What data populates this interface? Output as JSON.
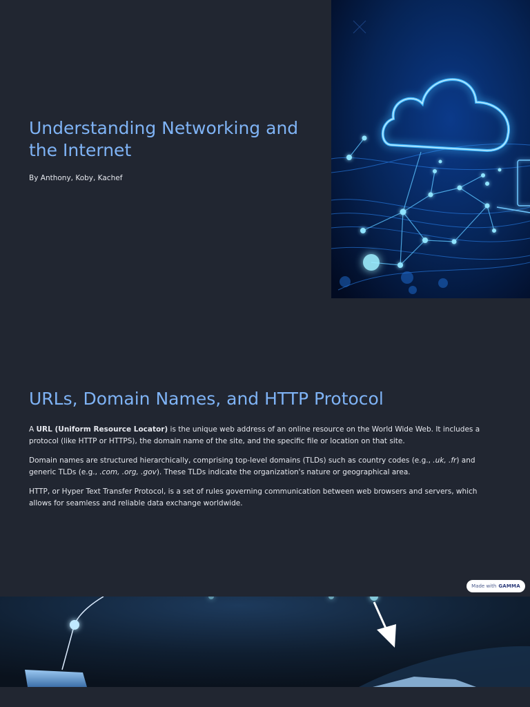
{
  "slide1": {
    "title": "Understanding Networking and the Internet",
    "authors": "By Anthony, Koby, Kachef"
  },
  "slide2": {
    "title": "URLs, Domain Names, and HTTP Protocol",
    "p1_pre": "A ",
    "p1_bold": "URL (Uniform Resource Locator)",
    "p1_post": " is the unique web address of an online resource on the World Wide Web. It includes a protocol (like HTTP or HTTPS), the domain name of the site, and the specific file or location on that site.",
    "p2_a": "Domain names are structured hierarchically, comprising top-level domains (TLDs) such as country codes (e.g., ",
    "p2_i1": ".uk, .fr",
    "p2_b": ") and generic TLDs (e.g., ",
    "p2_i2": ".com, .org, .gov",
    "p2_c": "). These TLDs indicate the organization's nature or geographical area.",
    "p3": "HTTP, or Hyper Text Transfer Protocol, is a set of rules governing communication between web browsers and servers, which allows for seamless and reliable data exchange worldwide."
  },
  "badge": {
    "prefix": "Made with",
    "brand": "GAMMA"
  },
  "icons": [
    "cloud-network-image",
    "network-arrow-image"
  ],
  "colors": {
    "background": "#212631",
    "heading": "#7fb3f5",
    "text": "#e6e8ee"
  }
}
